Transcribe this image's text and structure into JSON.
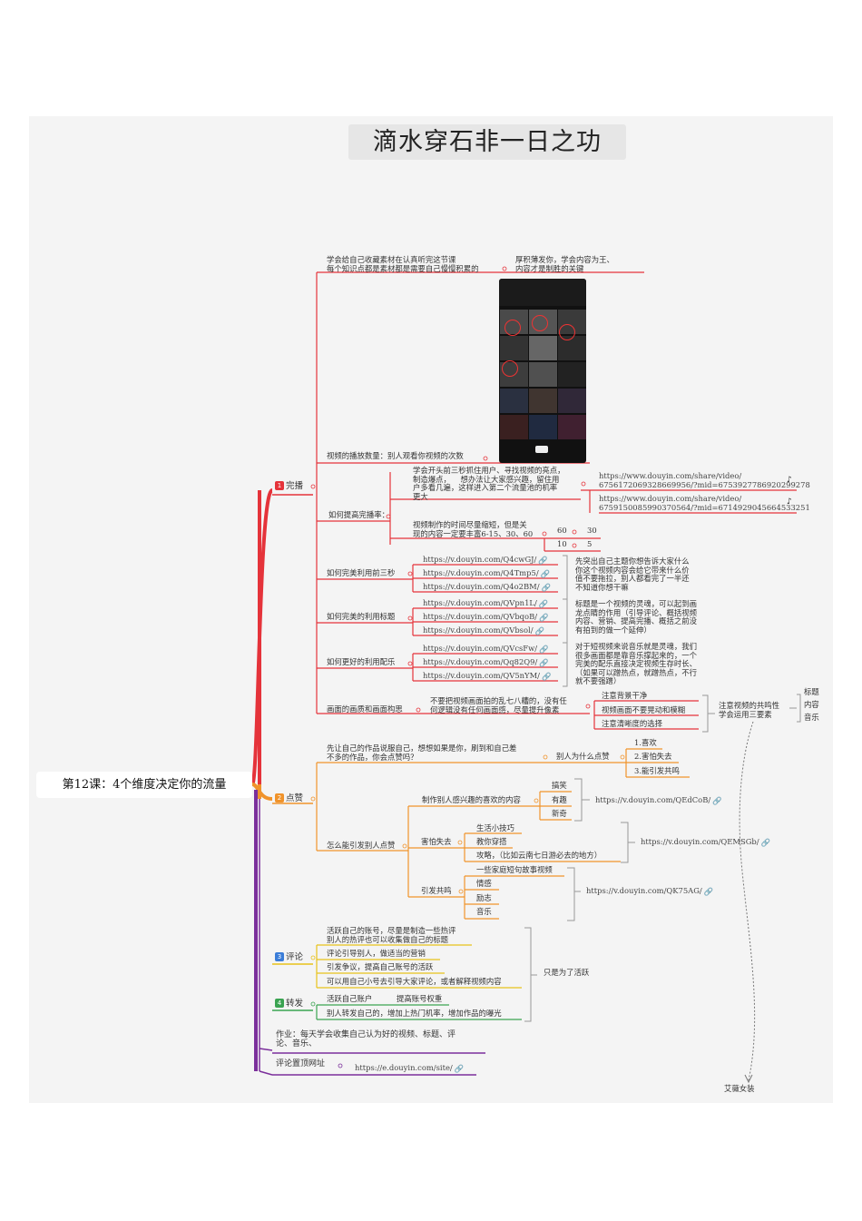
{
  "title": "滴水穿石非一日之功",
  "root": "第12课：4个维度决定你的流量",
  "colors": {
    "red": "#e5333a",
    "orange": "#f0932b",
    "purple": "#7b2f9b",
    "yellow": "#e8c21a",
    "green": "#3aa351",
    "blue": "#3b7dd8"
  },
  "branches": [
    {
      "num": "1",
      "label": "完播"
    },
    {
      "num": "2",
      "label": "点赞"
    },
    {
      "num": "3",
      "label": "评论"
    },
    {
      "num": "4",
      "label": "转发"
    }
  ],
  "wanbo": {
    "collect": "学会给自己收藏素材在认真听完这节课\n每个知识点都是素材都是需要自己慢慢积累的",
    "collect_note": "厚积薄发你，学会内容为王、\n内容才是制胜的关键",
    "plays": "视频的播放数量：别人观看你视频的次数",
    "improve": "如何提高完播率：",
    "improve_a": "学会开头前三秒抓住用户、寻找视频的亮点，\n制造爆点，    想办法让大家感兴趣，留住用\n户多看几遍，这样进入第二个流量池的机率\n更大",
    "link_a1": "https://www.douyin.com/share/video/\n6756172069328669956/?mid=6753927786920299278",
    "link_a2": "https://www.douyin.com/share/video/\n6759150085990370564/?mid=6714929045664533251",
    "improve_b": "视频制作的时间尽量缩短，但是关\n现的内容一定要丰富6-15、30、60",
    "n60": "60",
    "n30": "30",
    "n10": "10",
    "n5": "5",
    "first3": "如何完美利用前三秒",
    "first3_links": [
      "https://v.douyin.com/Q4cwGJ/",
      "https://v.douyin.com/Q4Tmp5/",
      "https://v.douyin.com/Q4o2BM/"
    ],
    "first3_note": "先突出自己主题你想告诉大家什么\n你这个视频内容会给它带来什么价\n值不要拖拉，别人都看完了一半还\n不知道你想干嘛",
    "titles": "如何完美的利用标题",
    "titles_links": [
      "https://v.douyin.com/QVpn1L/",
      "https://v.douyin.com/QVbqoB/",
      "https://v.douyin.com/QVbsol/"
    ],
    "titles_note": "标题是一个视频的灵魂，可以起到画\n龙点睛的作用（引导评论、概括视频\n内容、营销、提高完播、概括之前没\n有拍到的做一个延伸）",
    "music": "如何更好的利用配乐",
    "music_links": [
      "https://v.douyin.com/QVcsFw/",
      "https://v.douyin.com/Qq82Q9/",
      "https://v.douyin.com/QV5nYM/"
    ],
    "music_note": "对于短视频来说音乐就是灵魂，我们\n很多画面都是靠音乐撑起来的，一个\n完美的配乐直接决定视频生存时长、\n（如果可以蹭热点，就蹭热点，不行\n就不要强蹭）",
    "quality": "画面的画质和画面构思",
    "quality_desc": "不要把视频画面拍的乱七八糟的，没有任\n何逻辑没有任何画面感，尽量提升像素",
    "quality_items": [
      "注意背景干净",
      "视频画面不要晃动和模糊",
      "注意清晰度的选择"
    ],
    "resonance": "注意视频的共鸣性\n学会运用三要素",
    "resonance_items": [
      "标题",
      "内容",
      "音乐"
    ],
    "floating": "艾薇女装"
  },
  "dianzan": {
    "q": "先让自己的作品说服自己，想想如果是你，刷到和自己差\n不多的作品，你会点赞吗？",
    "why": "别人为什么点赞",
    "why_items": [
      "1.喜欢",
      "2.害怕失去",
      "3.能引发共鸣"
    ],
    "how": "怎么能引发别人点赞",
    "interest": "制作别人感兴趣的喜欢的内容",
    "interest_items": [
      "搞笑",
      "有趣",
      "新奇"
    ],
    "interest_link": "https://v.douyin.com/QEdCoB/",
    "fear": "害怕失去",
    "fear_items": [
      "生活小技巧",
      "教你穿搭",
      "攻略，（比如云南七日游必去的地方）"
    ],
    "fear_link": "https://v.douyin.com/QEMSGb/",
    "reso": "引发共鸣",
    "reso_items": [
      "一些家庭短句故事视频",
      "情感",
      "励志",
      "音乐"
    ],
    "reso_link": "https://v.douyin.com/QK75AG/"
  },
  "pinglun": {
    "items": [
      "活跃自己的账号，尽量是制造一些热评\n别人的热评也可以收集做自己的标题",
      "评论引导别人，做适当的营销",
      "引发争议，提高自己账号的活跃",
      "可以用自己小号去引导大家评论，或者解释视频内容"
    ],
    "note": "只是为了活跃"
  },
  "zhuanfa": {
    "a": "活跃自己账户",
    "a2": "提高账号权重",
    "b": "别人转发自己的，增加上热门机率，增加作品的曝光"
  },
  "homework": "作业：每天学会收集自己认为好的视频、标题、评\n论、音乐、",
  "pin": "评论置顶网址",
  "pin_link": "https://e.douyin.com/site/"
}
